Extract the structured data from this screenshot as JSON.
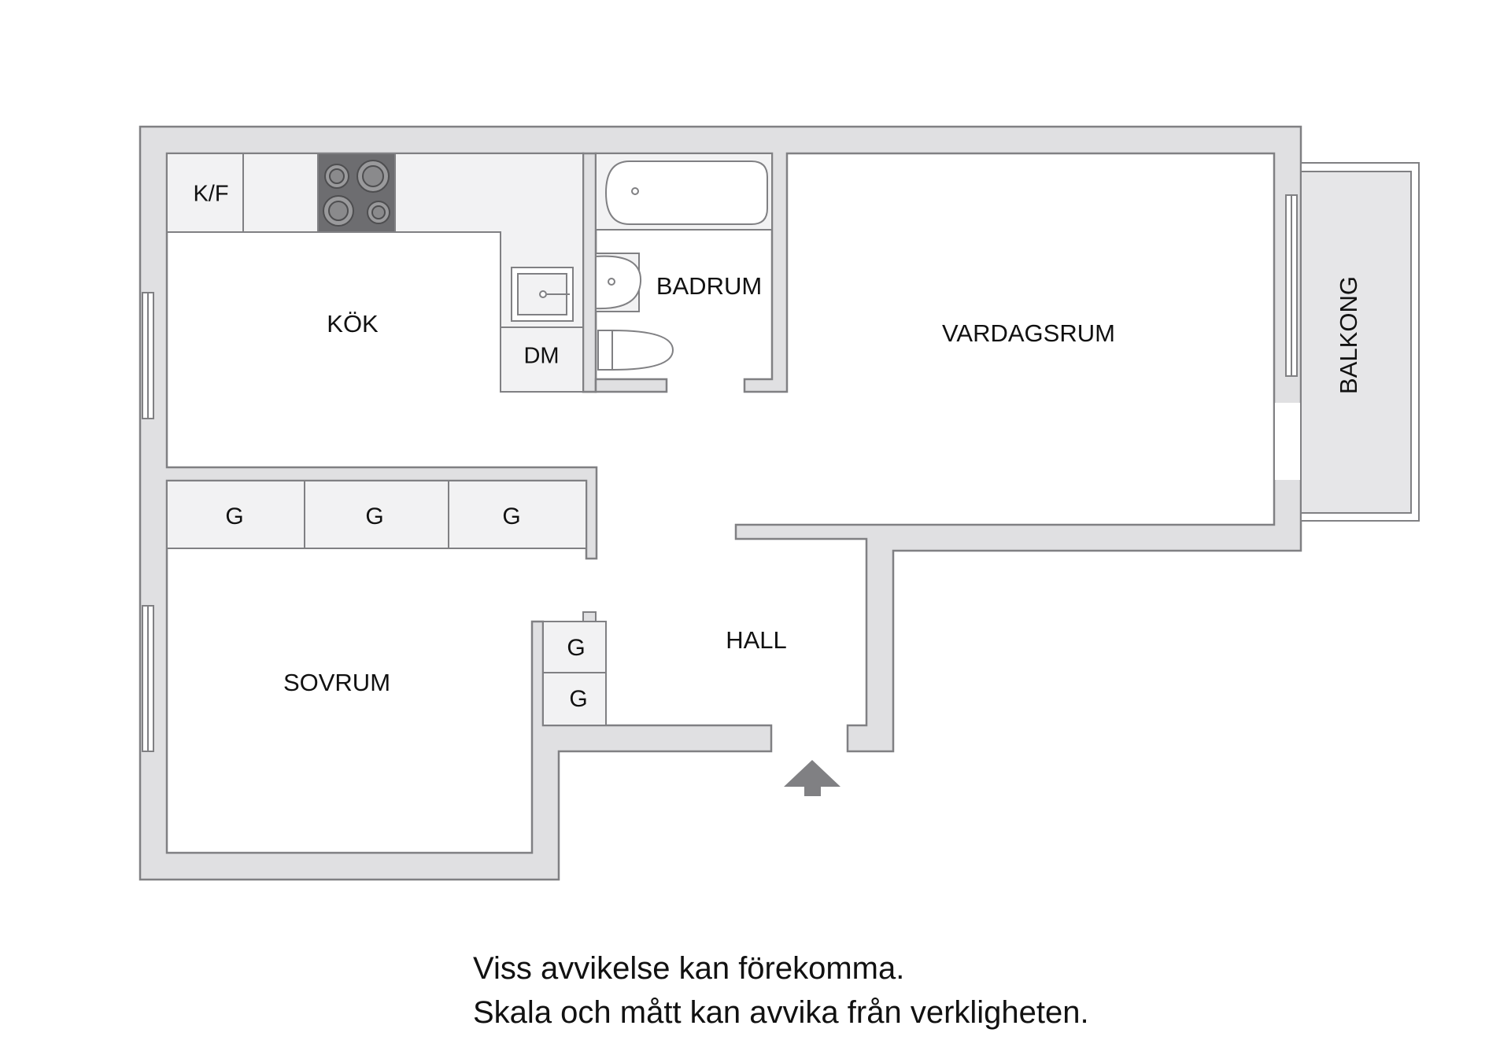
{
  "rooms": {
    "kitchen": "KÖK",
    "bathroom": "BADRUM",
    "living_room": "VARDAGSRUM",
    "balcony": "BALKONG",
    "bedroom": "SOVRUM",
    "hall": "HALL"
  },
  "fixtures": {
    "fridge_freezer": "K/F",
    "dishwasher": "DM",
    "wardrobe": "G"
  },
  "disclaimer": {
    "line1": "Viss avvikelse kan förekomma.",
    "line2": "Skala och mått kan avvika från verkligheten."
  },
  "colors": {
    "wall": "#e0e0e2",
    "wall_outline": "#808083",
    "fixture_fill": "#f2f2f3",
    "stove": "#6d6d70",
    "entrance_arrow": "#808083"
  }
}
